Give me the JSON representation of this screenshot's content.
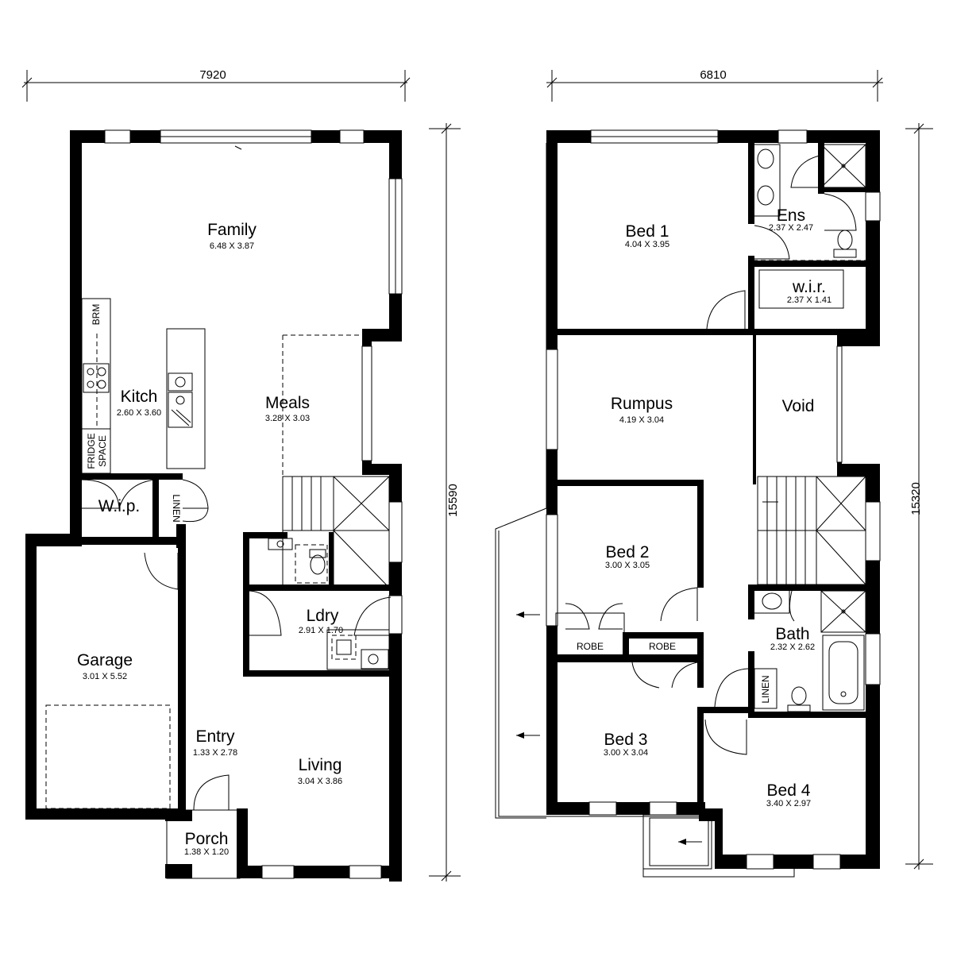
{
  "dimensions": {
    "ground_width": "7920",
    "ground_depth": "15590",
    "upper_width": "6810",
    "upper_depth": "15320"
  },
  "ground_floor": {
    "family": {
      "name": "Family",
      "size": "6.48 X 3.87"
    },
    "kitchen": {
      "name": "Kitch",
      "size": "2.60 X 3.60"
    },
    "meals": {
      "name": "Meals",
      "size": "3.28 X 3.03"
    },
    "wip": {
      "name": "W.i.p."
    },
    "linen": {
      "name": "LINEN"
    },
    "brm": {
      "name": "BRM"
    },
    "fridge": {
      "line1": "FRIDGE",
      "line2": "SPACE"
    },
    "garage": {
      "name": "Garage",
      "size": "3.01 X 5.52"
    },
    "laundry": {
      "name": "Ldry",
      "size": "2.91 X 1.70"
    },
    "entry": {
      "name": "Entry",
      "size": "1.33 X 2.78"
    },
    "living": {
      "name": "Living",
      "size": "3.04 X 3.86"
    },
    "porch": {
      "name": "Porch",
      "size": "1.38 X 1.20"
    }
  },
  "upper_floor": {
    "bed1": {
      "name": "Bed 1",
      "size": "4.04 X 3.95"
    },
    "ensuite": {
      "name": "Ens",
      "size": "2.37 X 2.47"
    },
    "wir": {
      "name": "w.i.r.",
      "size": "2.37 X 1.41"
    },
    "rumpus": {
      "name": "Rumpus",
      "size": "4.19 X 3.04"
    },
    "void": {
      "name": "Void"
    },
    "bed2": {
      "name": "Bed 2",
      "size": "3.00 X 3.05"
    },
    "robe1": {
      "name": "ROBE"
    },
    "robe2": {
      "name": "ROBE"
    },
    "bath": {
      "name": "Bath",
      "size": "2.32 X 2.62"
    },
    "linen": {
      "name": "LINEN"
    },
    "bed3": {
      "name": "Bed 3",
      "size": "3.00 X 3.04"
    },
    "bed4": {
      "name": "Bed 4",
      "size": "3.40 X 2.97"
    }
  }
}
